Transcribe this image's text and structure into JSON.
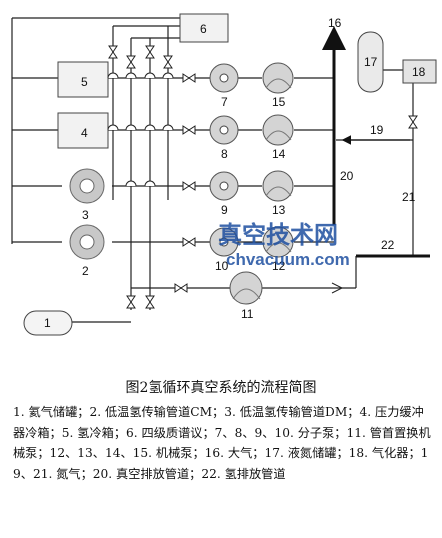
{
  "diagram": {
    "labels": {
      "n1": "1",
      "n2": "2",
      "n3": "3",
      "n4": "4",
      "n5": "5",
      "n6": "6",
      "n7": "7",
      "n8": "8",
      "n9": "9",
      "n10": "10",
      "n11": "11",
      "n12": "12",
      "n13": "13",
      "n14": "14",
      "n15": "15",
      "n16": "16",
      "n17": "17",
      "n18": "18",
      "n19": "19",
      "n20": "20",
      "n21": "21",
      "n22": "22"
    },
    "watermark": {
      "cn": "真空技术网",
      "url": "chvacuum.com"
    }
  },
  "caption": "图2氢循环真空系统的流程简图",
  "legend": "1. 氦气储罐；2. 低温氢传输管道CM；3. 低温氢传输管道DM；4. 压力缓冲器冷箱；5. 氢冷箱；6. 四级质谱议；7、8、9、10. 分子泵；11. 管首置换机械泵；12、13、14、15. 机械泵；16. 大气；17. 液氮储罐；18. 气化器；19、21. 氮气；20. 真空排放管道；22. 氢排放管道"
}
